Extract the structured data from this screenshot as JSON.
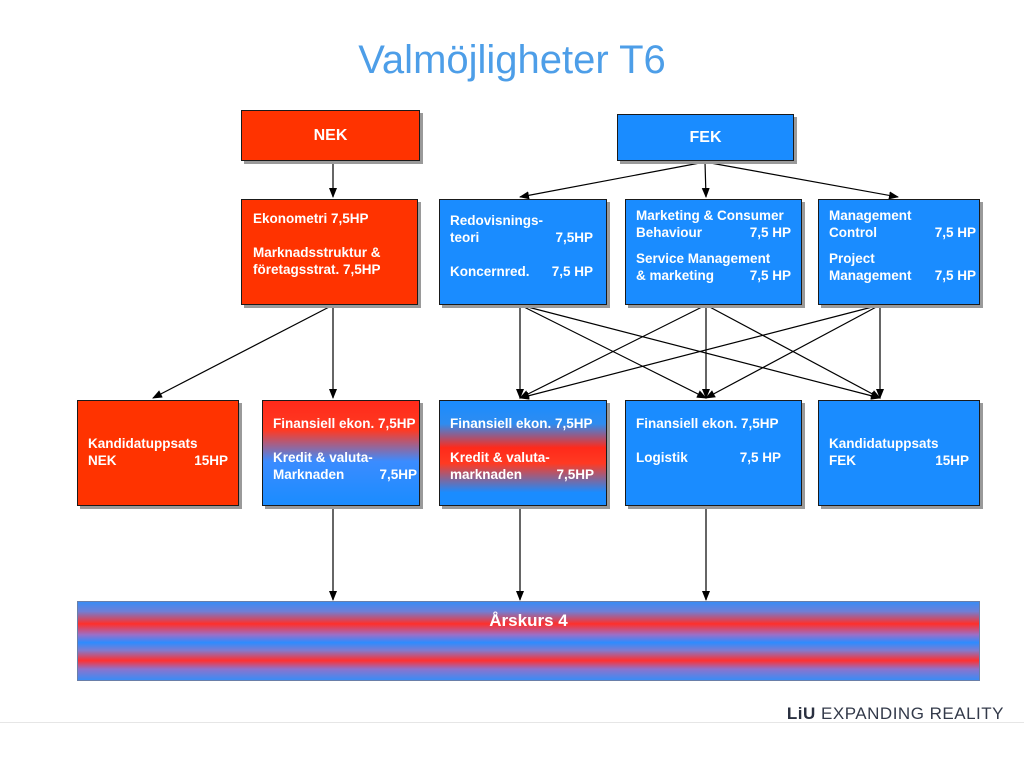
{
  "title": "Valmöjligheter T6",
  "top": {
    "nek": "NEK",
    "fek": "FEK"
  },
  "level2": {
    "nek_box": {
      "line1": "Ekonometri 7,5HP",
      "line2": "Marknadsstruktur &",
      "line3": "företagsstrat.  7,5HP"
    },
    "redovisning": {
      "l1": "Redovisnings-",
      "l2_left": "teori",
      "l2_right": "7,5HP",
      "l3_left": "Koncernred.",
      "l3_right": "7,5 HP"
    },
    "marketing": {
      "l1": "Marketing & Consumer",
      "l2_left": "Behaviour",
      "l2_right": "7,5 HP",
      "l3": "Service Management",
      "l4_left": "& marketing",
      "l4_right": "7,5 HP"
    },
    "management": {
      "l1": "Management",
      "l2_left": "Control",
      "l2_right": "7,5 HP",
      "l3": "Project",
      "l4_left": "Management",
      "l4_right": "7,5 HP"
    }
  },
  "level3": {
    "kand_nek": {
      "l1": "Kandidatuppsats",
      "l2_left": "NEK",
      "l2_right": "15HP"
    },
    "fin_a": {
      "l1": "Finansiell ekon. 7,5HP",
      "l2": "Kredit & valuta-",
      "l3_left": "Marknaden",
      "l3_right": "7,5HP"
    },
    "fin_b": {
      "l1": "Finansiell ekon. 7,5HP",
      "l2": "Kredit & valuta-",
      "l3_left": "marknaden",
      "l3_right": "7,5HP"
    },
    "fin_c": {
      "l1": "Finansiell ekon. 7,5HP",
      "l2_left": "Logistik",
      "l2_right": "7,5 HP"
    },
    "kand_fek": {
      "l1": "Kandidatuppsats",
      "l2_left": "FEK",
      "l2_right": "15HP"
    }
  },
  "bottom": {
    "label": "Årskurs 4"
  },
  "footer": {
    "logo_mark": "LiU",
    "logo_text": "EXPANDING REALITY"
  },
  "colors": {
    "red": "#ff3300",
    "blue": "#1a8cff",
    "title": "#4d9ee8"
  }
}
